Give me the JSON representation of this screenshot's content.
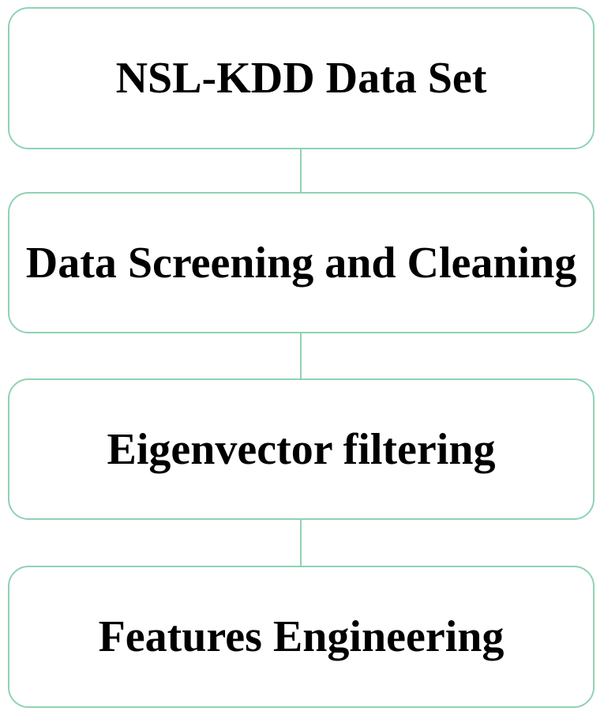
{
  "diagram": {
    "steps": [
      {
        "label": "NSL-KDD Data Set"
      },
      {
        "label": "Data Screening and Cleaning"
      },
      {
        "label": "Eigenvector filtering"
      },
      {
        "label": "Features Engineering"
      }
    ],
    "colors": {
      "border": "#8fd3b3",
      "text": "#000000",
      "background": "#ffffff"
    }
  }
}
